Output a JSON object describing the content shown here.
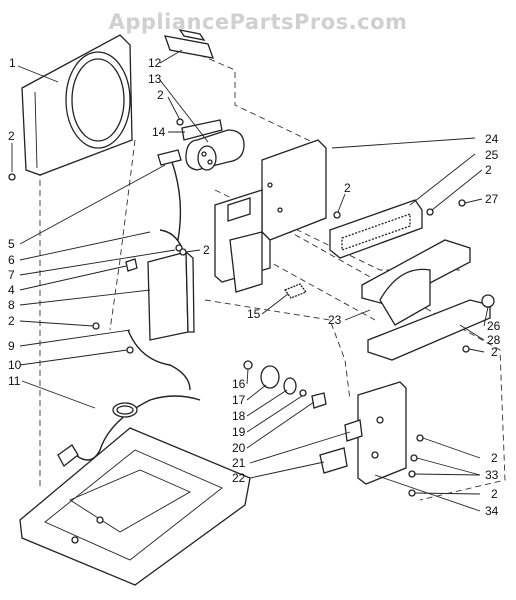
{
  "watermark": "AppliancePartsPros.com",
  "callouts": [
    "1",
    "2",
    "12",
    "13",
    "2",
    "14",
    "24",
    "25",
    "2",
    "27",
    "2",
    "5",
    "6",
    "7",
    "2",
    "4",
    "8",
    "15",
    "23",
    "26",
    "2",
    "28",
    "9",
    "2",
    "10",
    "11",
    "16",
    "17",
    "18",
    "19",
    "20",
    "21",
    "2",
    "33",
    "22",
    "2",
    "34"
  ]
}
